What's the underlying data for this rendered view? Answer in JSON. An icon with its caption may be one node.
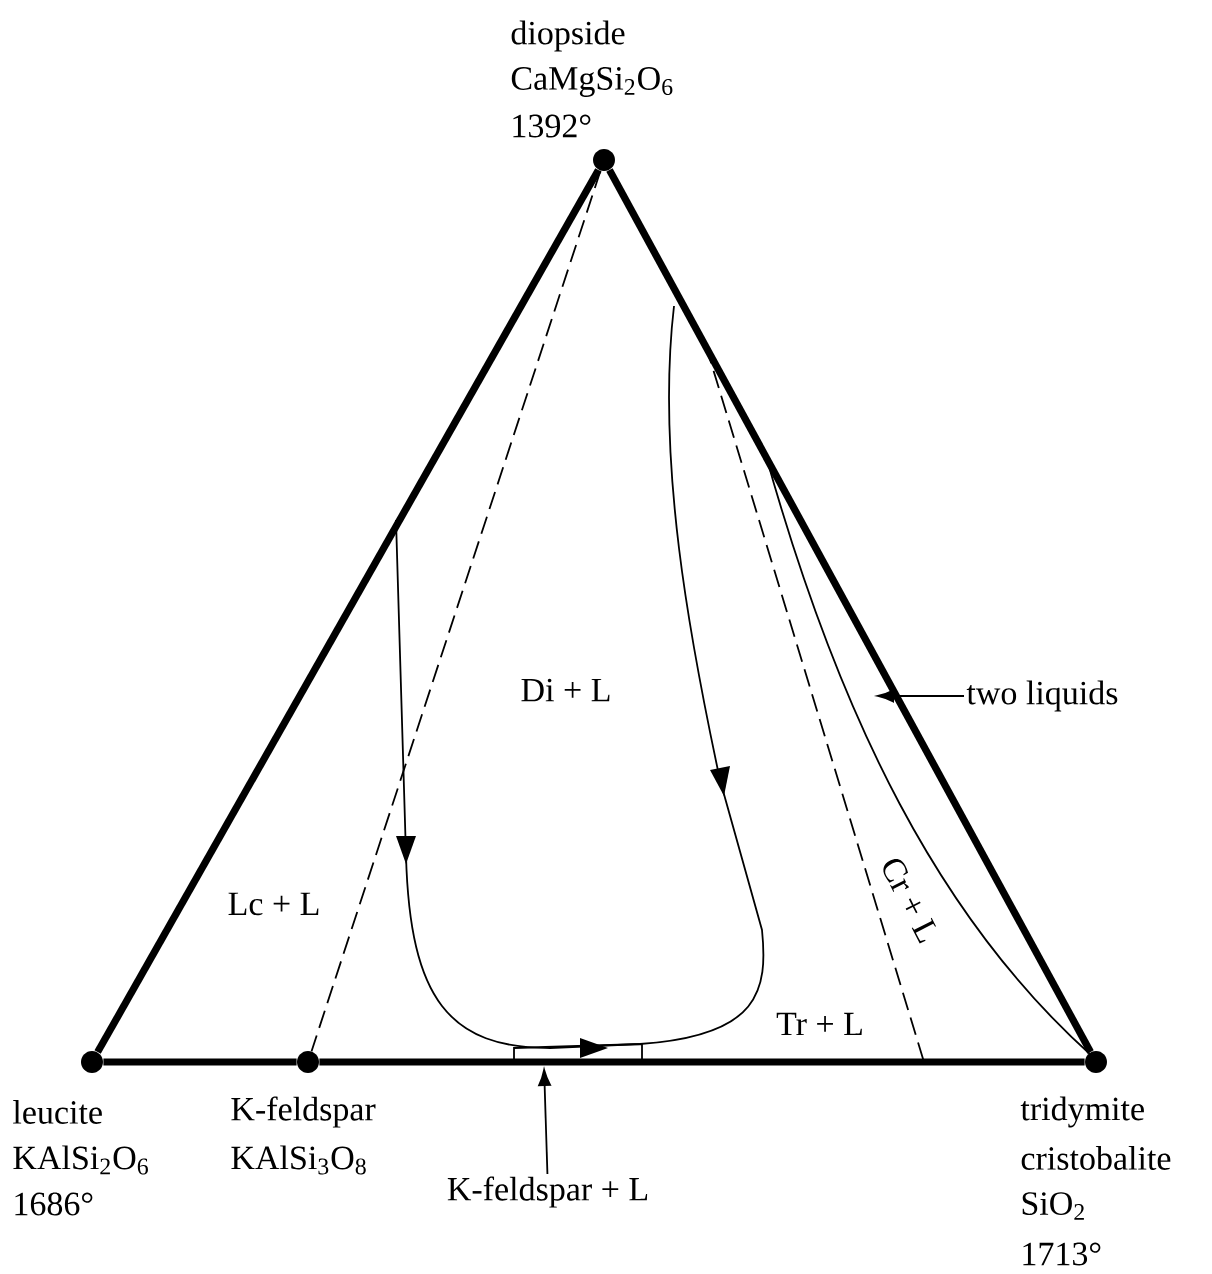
{
  "diagram": {
    "nodes": [
      {
        "text": [],
        "shape": "circle",
        "beside": [
          "diopside",
          "CaMgSi$_{2}$O$_{6}$",
          "1392°"
        ]
      },
      {
        "text": [],
        "shape": "circle",
        "beside": [
          "leucite",
          "KAlSi$_{2}$O$_{6}$",
          "1686°"
        ]
      },
      {
        "text": [],
        "shape": "circle",
        "beside": [
          "K-feldspar",
          "KAlSi$_{3}$O$_{8}$"
        ]
      },
      {
        "text": [],
        "shape": "circle",
        "beside": [
          "tridymite",
          "cristobalite",
          "SiO$_{2}$",
          "1713°"
        ]
      },
      {
        "text": [
          "two liquids"
        ]
      },
      {
        "text": [
          "K-feldspar + L"
        ]
      }
    ],
    "edges": [
      {
        "from": 1,
        "to": 0,
        "arrow": "none"
      },
      {
        "from": 0,
        "to": 3,
        "arrow": "none"
      },
      {
        "from": 1,
        "to": 2,
        "arrow": "none"
      },
      {
        "from": 2,
        "to": 3,
        "arrow": "none"
      },
      {
        "from": 0,
        "to": 2,
        "arrow": "none",
        "style": "dashed"
      },
      {
        "from": 4,
        "to": null,
        "arrow": "to"
      },
      {
        "from": 5,
        "to": null,
        "arrow": "to"
      }
    ],
    "labels": [
      "Di + L",
      "Lc + L",
      "Cr + L",
      "Tr + L"
    ]
  }
}
